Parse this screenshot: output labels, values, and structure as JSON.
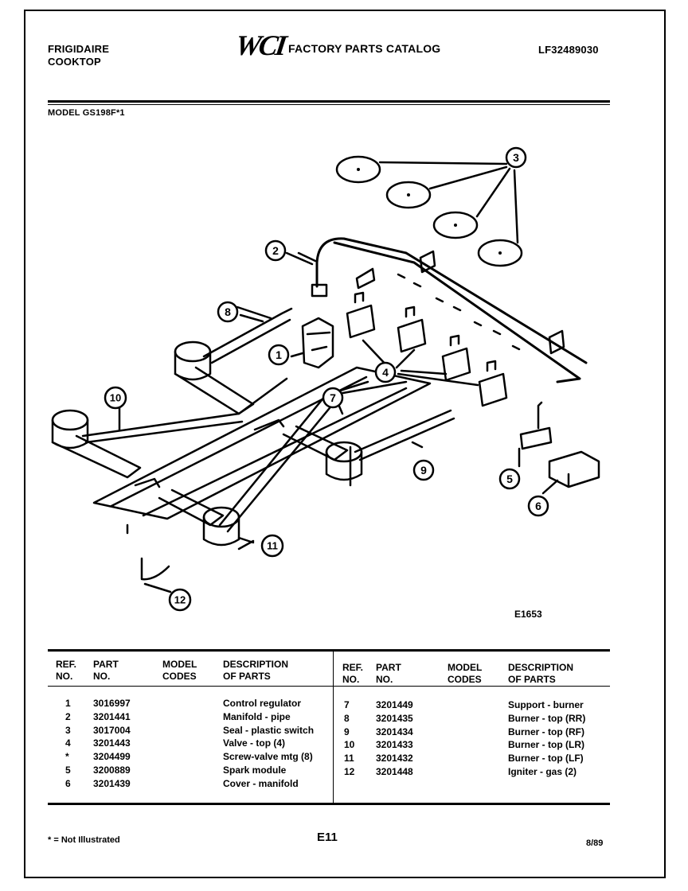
{
  "header": {
    "brand_line1": "FRIGIDAIRE",
    "brand_line2": "COOKTOP",
    "logo_text": "WCI",
    "catalog_title": "FACTORY PARTS CATALOG",
    "catalog_number": "LF32489030",
    "model_label": "MODEL GS198F*1"
  },
  "diagram": {
    "drawing_code": "E1653",
    "callouts": [
      "1",
      "2",
      "3",
      "4",
      "5",
      "6",
      "7",
      "8",
      "9",
      "10",
      "11",
      "12"
    ]
  },
  "table": {
    "columns": {
      "ref": "REF.\nNO.",
      "part": "PART\nNO.",
      "model": "MODEL\nCODES",
      "desc": "DESCRIPTION\nOF PARTS"
    },
    "left_rows": [
      {
        "ref": "1",
        "part": "3016997",
        "model": "",
        "desc": "Control regulator"
      },
      {
        "ref": "2",
        "part": "3201441",
        "model": "",
        "desc": "Manifold - pipe"
      },
      {
        "ref": "3",
        "part": "3017004",
        "model": "",
        "desc": "Seal - plastic switch"
      },
      {
        "ref": "4",
        "part": "3201443",
        "model": "",
        "desc": "Valve - top (4)"
      },
      {
        "ref": "*",
        "part": "3204499",
        "model": "",
        "desc": "Screw-valve mtg (8)"
      },
      {
        "ref": "5",
        "part": "3200889",
        "model": "",
        "desc": "Spark module"
      },
      {
        "ref": "6",
        "part": "3201439",
        "model": "",
        "desc": "Cover - manifold"
      }
    ],
    "right_rows": [
      {
        "ref": "7",
        "part": "3201449",
        "model": "",
        "desc": "Support - burner"
      },
      {
        "ref": "8",
        "part": "3201435",
        "model": "",
        "desc": "Burner - top (RR)"
      },
      {
        "ref": "9",
        "part": "3201434",
        "model": "",
        "desc": "Burner - top (RF)"
      },
      {
        "ref": "10",
        "part": "3201433",
        "model": "",
        "desc": "Burner - top (LR)"
      },
      {
        "ref": "11",
        "part": "3201432",
        "model": "",
        "desc": "Burner - top (LF)"
      },
      {
        "ref": "12",
        "part": "3201448",
        "model": "",
        "desc": "Igniter - gas (2)"
      }
    ]
  },
  "footer": {
    "note": "* = Not Illustrated",
    "page_code": "E11",
    "date": "8/89"
  }
}
